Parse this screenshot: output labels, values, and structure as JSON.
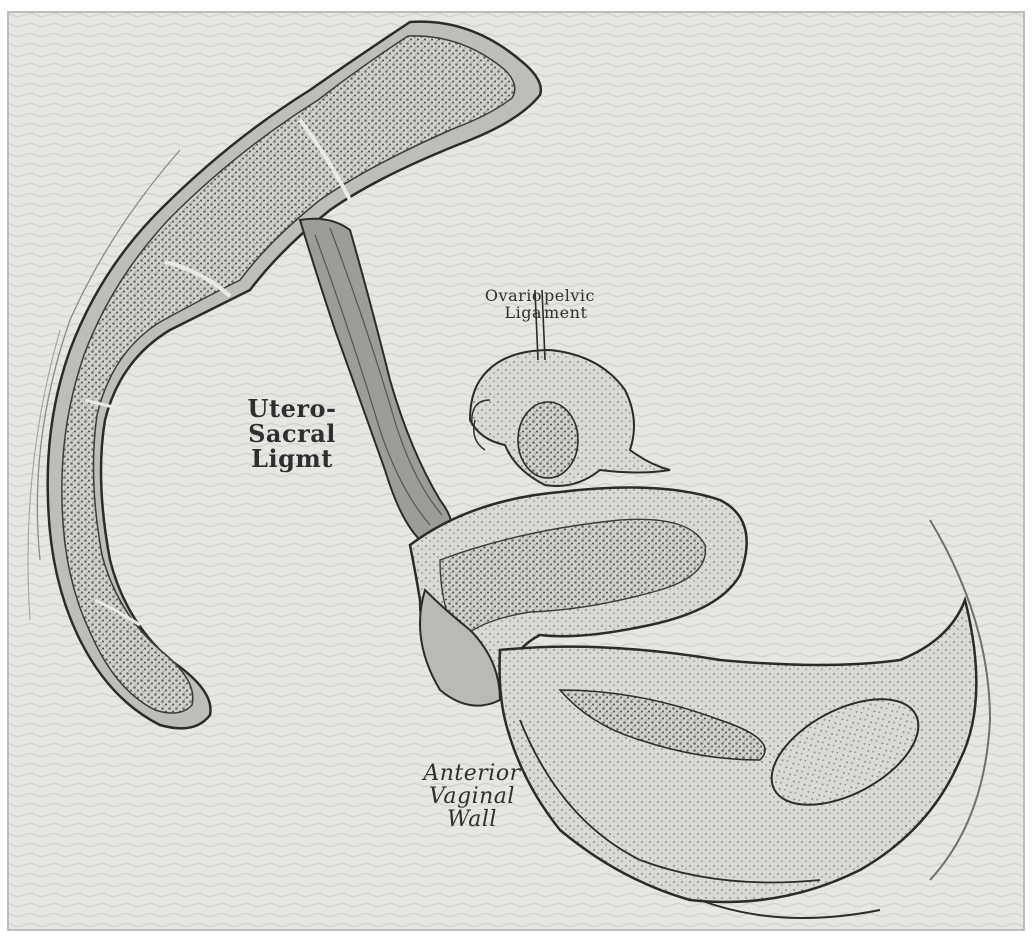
{
  "labels": {
    "utero_sacral": [
      "Utero-",
      "Sacral",
      "Ligmt"
    ],
    "ovario_pelvic_left": [
      "Ovario",
      "Liga"
    ],
    "ovario_pelvic_right": [
      "pelvic",
      "ment"
    ],
    "vaginal_wall": [
      "Anterior",
      "Vaginal",
      "Wall"
    ]
  },
  "colors": {
    "background": "#e9e9e7",
    "outline": "#2b2b2b",
    "tissue_dark": "#5a5a58",
    "tissue_mid": "#8c8c89",
    "tissue_light": "#c9c9c6"
  }
}
